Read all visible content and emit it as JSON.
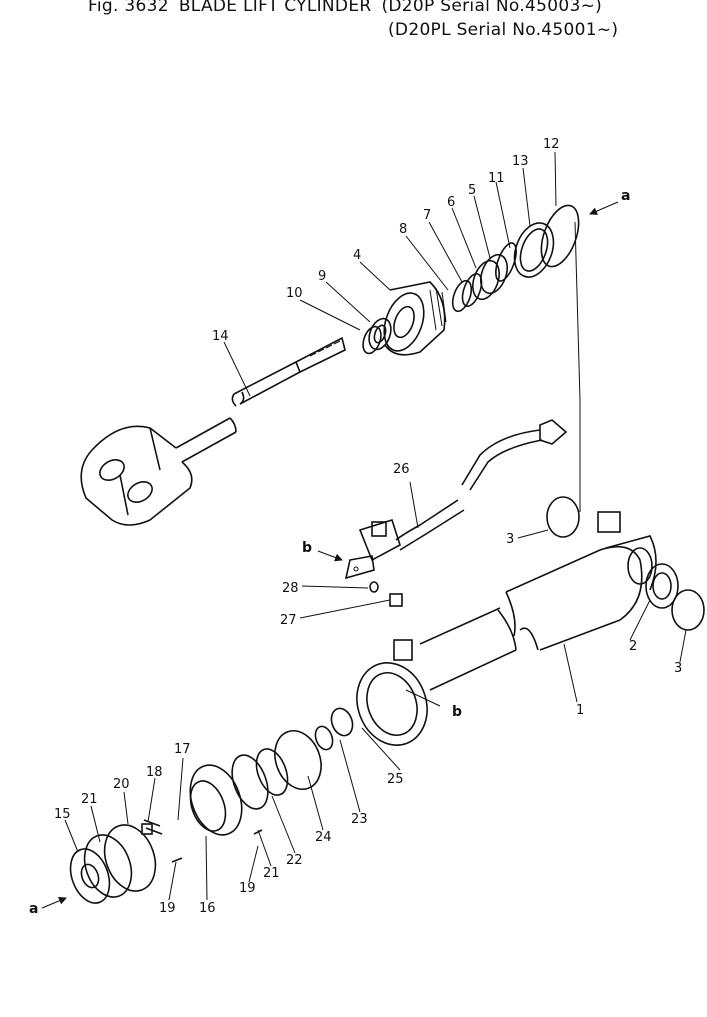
{
  "header": {
    "fig": "Fig. 3632",
    "title": "BLADE  LIFT CYLINDER",
    "model1": "(D20P   Serial No.45003~)",
    "model2": "(D20PL  Serial No.45001~)"
  },
  "labels": {
    "p1": "1",
    "p2": "2",
    "p3a": "3",
    "p3b": "3",
    "p4": "4",
    "p5": "5",
    "p6": "6",
    "p7": "7",
    "p8": "8",
    "p9": "9",
    "p10": "10",
    "p11": "11",
    "p12": "12",
    "p13": "13",
    "p14": "14",
    "p15": "15",
    "p16": "16",
    "p17": "17",
    "p18": "18",
    "p19a": "19",
    "p19b": "19",
    "p20": "20",
    "p21a": "21",
    "p21b": "21",
    "p22": "22",
    "p23": "23",
    "p24": "24",
    "p25": "25",
    "p26": "26",
    "p27": "27",
    "p28": "28"
  },
  "refs": {
    "a_top": "a",
    "a_bottom": "a",
    "b_left": "b",
    "b_right": "b"
  },
  "icons": {
    "arrow": "arrow-icon"
  }
}
